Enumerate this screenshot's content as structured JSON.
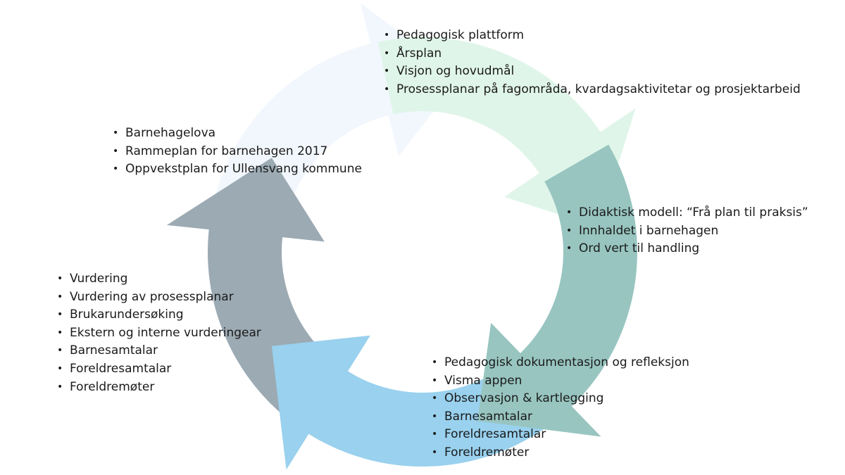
{
  "diagram": {
    "type": "cycle",
    "segments": [
      {
        "id": "foundation",
        "color": "#f2f7fd",
        "items": [
          "Barnehagelova",
          "Rammeplan for barnehagen 2017",
          "Oppvekstplan for Ullensvang kommune"
        ]
      },
      {
        "id": "planning",
        "color": "#e0f5ea",
        "items": [
          "Pedagogisk plattform",
          "Årsplan",
          "Visjon og hovudmål",
          "Prosessplanar på fagområda, kvardagsaktivitetar og prosjektarbeid"
        ]
      },
      {
        "id": "didactic",
        "color": "#98c5c0",
        "items": [
          "Didaktisk modell: “Frå plan til praksis”",
          "Innhaldet i barnehagen",
          "Ord vert til handling"
        ]
      },
      {
        "id": "documentation",
        "color": "#99d1ee",
        "items": [
          "Pedagogisk dokumentasjon og refleksjon",
          "Visma appen",
          "Observasjon & kartlegging",
          "Barnesamtalar",
          "Foreldresamtalar",
          "Foreldremøter"
        ]
      },
      {
        "id": "evaluation",
        "color": "#9caab3",
        "items": [
          "Vurdering",
          "Vurdering av prosessplanar",
          "Brukarundersøking",
          "Ekstern og interne vurderingear",
          "Barnesamtalar",
          "Foreldresamtalar",
          "Foreldremøter"
        ]
      }
    ]
  }
}
